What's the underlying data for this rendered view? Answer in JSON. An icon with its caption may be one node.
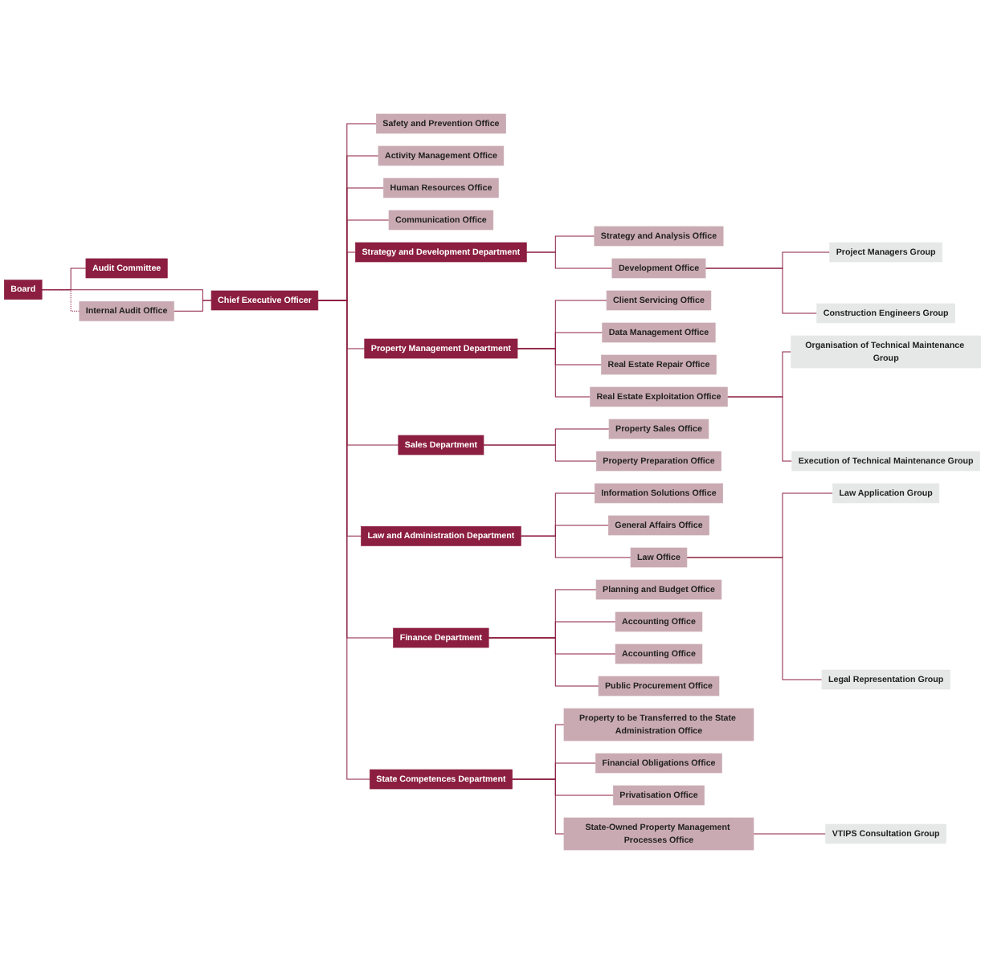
{
  "diagram": {
    "nodes": [
      {
        "text": [
          "Board"
        ]
      },
      {
        "text": [
          "Audit Committee"
        ]
      },
      {
        "text": [
          "Internal Audit Office"
        ]
      },
      {
        "text": [
          "Chief Executive Officer"
        ]
      },
      {
        "text": [
          "Safety and Prevention Office"
        ]
      },
      {
        "text": [
          "Activity Management Office"
        ]
      },
      {
        "text": [
          "Human Resources Office"
        ]
      },
      {
        "text": [
          "Communication Office"
        ]
      },
      {
        "text": [
          "Strategy and Development Department"
        ]
      },
      {
        "text": [
          "Property Management Department"
        ]
      },
      {
        "text": [
          "Sales Department"
        ]
      },
      {
        "text": [
          "Law and Administration Department"
        ]
      },
      {
        "text": [
          "Finance Department"
        ]
      },
      {
        "text": [
          "State Competences Department"
        ]
      },
      {
        "text": [
          "Strategy and Analysis Office"
        ]
      },
      {
        "text": [
          "Development Office"
        ]
      },
      {
        "text": [
          "Project Managers Group"
        ]
      },
      {
        "text": [
          "Construction Engineers Group"
        ]
      },
      {
        "text": [
          "Client Servicing Office"
        ]
      },
      {
        "text": [
          "Data Management Office"
        ]
      },
      {
        "text": [
          "Real Estate Repair Office"
        ]
      },
      {
        "text": [
          "Real Estate Exploitation Office"
        ]
      },
      {
        "text": [
          "Organisation of Technical Maintenance Group"
        ]
      },
      {
        "text": [
          "Execution of Technical Maintenance Group"
        ]
      },
      {
        "text": [
          "Property Sales Office"
        ]
      },
      {
        "text": [
          "Property Preparation Office"
        ]
      },
      {
        "text": [
          "Information Solutions Office"
        ]
      },
      {
        "text": [
          "General Affairs Office"
        ]
      },
      {
        "text": [
          "Law Office"
        ]
      },
      {
        "text": [
          "Law Application Group"
        ]
      },
      {
        "text": [
          "Legal Representation Group"
        ]
      },
      {
        "text": [
          "Planning and Budget Office"
        ]
      },
      {
        "text": [
          "Accounting Office"
        ]
      },
      {
        "text": [
          "Accounting Office"
        ]
      },
      {
        "text": [
          "Public Procurement Office"
        ]
      },
      {
        "text": [
          "Property to be Transferred to the State Administration Office"
        ]
      },
      {
        "text": [
          "Financial Obligations Office"
        ]
      },
      {
        "text": [
          "Privatisation Office"
        ]
      },
      {
        "text": [
          "State-Owned Property Management Processes Office"
        ]
      },
      {
        "text": [
          "VTIPS Consultation Group"
        ]
      }
    ],
    "edges": [
      {
        "from": 0,
        "to": 1,
        "arrow": "none"
      },
      {
        "from": 0,
        "to": 2,
        "arrow": "none",
        "style": "dashed"
      },
      {
        "from": 0,
        "to": 3,
        "arrow": "none"
      },
      {
        "from": 2,
        "to": 3,
        "arrow": "none"
      },
      {
        "from": 3,
        "to": 4,
        "arrow": "none"
      },
      {
        "from": 3,
        "to": 5,
        "arrow": "none"
      },
      {
        "from": 3,
        "to": 6,
        "arrow": "none"
      },
      {
        "from": 3,
        "to": 7,
        "arrow": "none"
      },
      {
        "from": 3,
        "to": 8,
        "arrow": "none"
      },
      {
        "from": 3,
        "to": 9,
        "arrow": "none"
      },
      {
        "from": 3,
        "to": 10,
        "arrow": "none"
      },
      {
        "from": 3,
        "to": 11,
        "arrow": "none"
      },
      {
        "from": 3,
        "to": 12,
        "arrow": "none"
      },
      {
        "from": 3,
        "to": 13,
        "arrow": "none"
      },
      {
        "from": 8,
        "to": 14,
        "arrow": "none"
      },
      {
        "from": 8,
        "to": 15,
        "arrow": "none"
      },
      {
        "from": 15,
        "to": 16,
        "arrow": "none"
      },
      {
        "from": 15,
        "to": 17,
        "arrow": "none"
      },
      {
        "from": 9,
        "to": 18,
        "arrow": "none"
      },
      {
        "from": 9,
        "to": 19,
        "arrow": "none"
      },
      {
        "from": 9,
        "to": 20,
        "arrow": "none"
      },
      {
        "from": 9,
        "to": 21,
        "arrow": "none"
      },
      {
        "from": 21,
        "to": 22,
        "arrow": "none"
      },
      {
        "from": 21,
        "to": 23,
        "arrow": "none"
      },
      {
        "from": 10,
        "to": 24,
        "arrow": "none"
      },
      {
        "from": 10,
        "to": 25,
        "arrow": "none"
      },
      {
        "from": 11,
        "to": 26,
        "arrow": "none"
      },
      {
        "from": 11,
        "to": 27,
        "arrow": "none"
      },
      {
        "from": 11,
        "to": 28,
        "arrow": "none"
      },
      {
        "from": 28,
        "to": 29,
        "arrow": "none"
      },
      {
        "from": 28,
        "to": 30,
        "arrow": "none"
      },
      {
        "from": 12,
        "to": 31,
        "arrow": "none"
      },
      {
        "from": 12,
        "to": 32,
        "arrow": "none"
      },
      {
        "from": 12,
        "to": 33,
        "arrow": "none"
      },
      {
        "from": 12,
        "to": 34,
        "arrow": "none"
      },
      {
        "from": 13,
        "to": 35,
        "arrow": "none"
      },
      {
        "from": 13,
        "to": 36,
        "arrow": "none"
      },
      {
        "from": 13,
        "to": 37,
        "arrow": "none"
      },
      {
        "from": 13,
        "to": 38,
        "arrow": "none"
      },
      {
        "from": 38,
        "to": 39,
        "arrow": "none"
      }
    ]
  }
}
